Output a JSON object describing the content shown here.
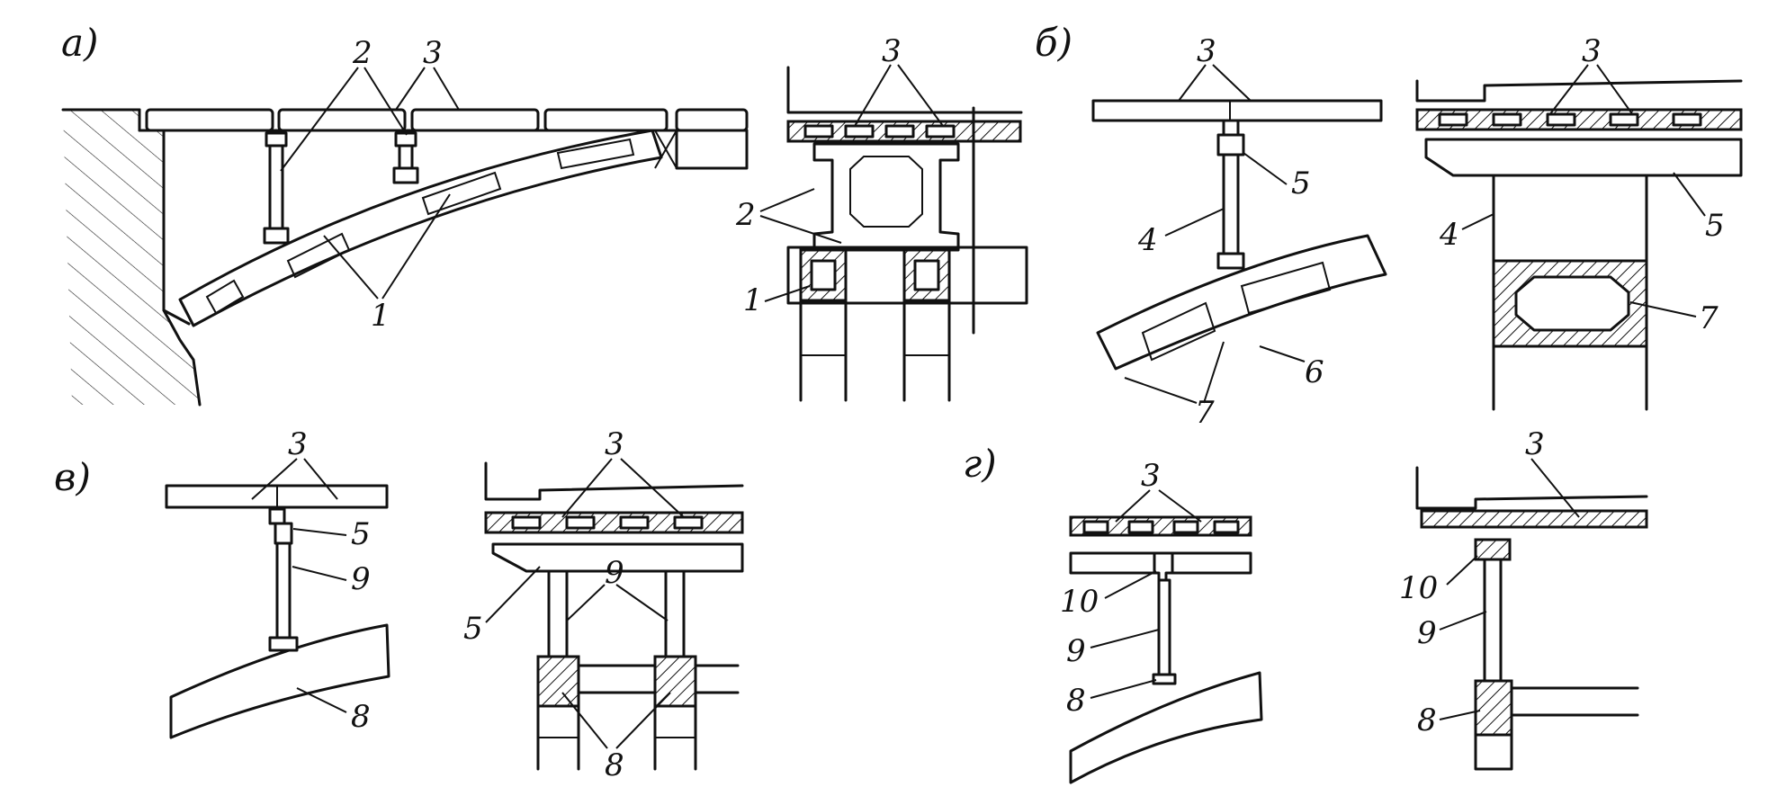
{
  "panels": [
    {
      "id": "a",
      "label": "а)"
    },
    {
      "id": "b",
      "label": "б)"
    },
    {
      "id": "v",
      "label": "в)"
    },
    {
      "id": "g",
      "label": "г)"
    }
  ],
  "callouts": {
    "n1": "1",
    "n2": "2",
    "n3": "3",
    "n4": "4",
    "n5": "5",
    "n6": "6",
    "n7": "7",
    "n8": "8",
    "n9": "9",
    "n10": "10"
  }
}
